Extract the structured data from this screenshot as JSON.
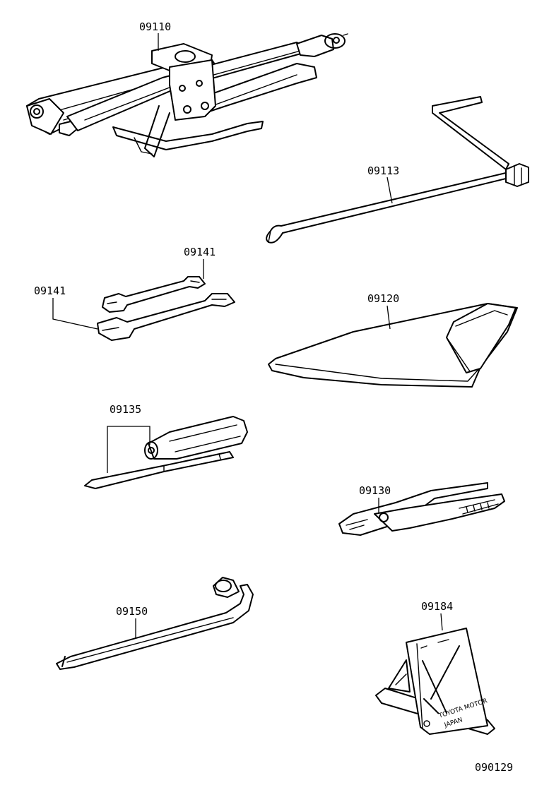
{
  "diagram": {
    "drawing_number": "090129",
    "parts": [
      {
        "part_no": "09110",
        "item": "jack"
      },
      {
        "part_no": "09113",
        "item": "jack-handle"
      },
      {
        "part_no": "09141",
        "item": "wrench-small"
      },
      {
        "part_no": "09141",
        "item": "wrench-large"
      },
      {
        "part_no": "09120",
        "item": "tool-bag"
      },
      {
        "part_no": "09135",
        "item": "screwdriver"
      },
      {
        "part_no": "09130",
        "item": "pliers"
      },
      {
        "part_no": "09150",
        "item": "wheel-nut-wrench"
      },
      {
        "part_no": "09184",
        "item": "wheel-chock"
      }
    ],
    "chock_text": [
      "TOYOTA MOTOR",
      "JAPAN"
    ]
  }
}
